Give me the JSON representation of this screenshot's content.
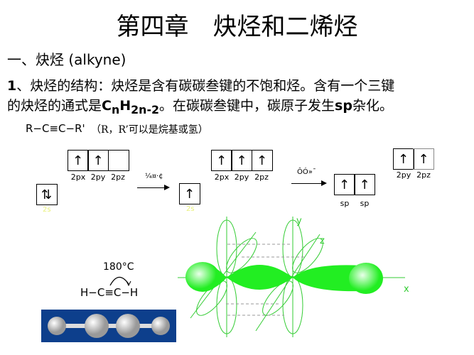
{
  "title": "第四章　炔烃和二烯烃",
  "section": "一、炔烃 (alkyne)",
  "para": {
    "num": "1",
    "line1": "、炔烃的结构：炔烃是含有碳碳叁键的不饱和烃。含有一个三键",
    "line2a": "的炔烃的通式是",
    "c": "C",
    "n": "n",
    "h": "H",
    "sub2": "2n-2",
    "line2b": "。在碳碳叁键中，碳原子发生",
    "sp": "sp",
    "line2c": "杂化。"
  },
  "formula": "R−C≡C−R'",
  "formula_note": "（R，R’可以是烷基或氢）",
  "orbitals": {
    "ground_p": {
      "arrows": [
        "↑",
        "↑",
        ""
      ],
      "labels": [
        "2px",
        "2py",
        "2pz"
      ]
    },
    "ground_s": {
      "arrow": "⇅",
      "label": "2s"
    },
    "excite_label": "¼¤·¢",
    "excited_s": {
      "arrow": "↑",
      "label": "2s"
    },
    "excited_p": {
      "arrows": [
        "↑",
        "↑",
        "↑"
      ],
      "labels": [
        "2px",
        "2py",
        "2pz"
      ]
    },
    "hybrid_label": "ÔÓ»¯",
    "sp": {
      "arrows": [
        "↑",
        "↑"
      ],
      "labels": [
        "sp",
        "sp"
      ]
    },
    "remaining_p": {
      "arrows": [
        "↑",
        "↑"
      ],
      "labels": [
        "2py",
        "2pz"
      ]
    }
  },
  "angle": "180°C",
  "acetylene": "H−C≡C−H",
  "axes": {
    "x": "x",
    "y": "y",
    "z": "z"
  },
  "colors": {
    "orbital_green": "#22ee22",
    "model_blue": "#0d3f8c",
    "label_yellow": "#e8f07a"
  }
}
